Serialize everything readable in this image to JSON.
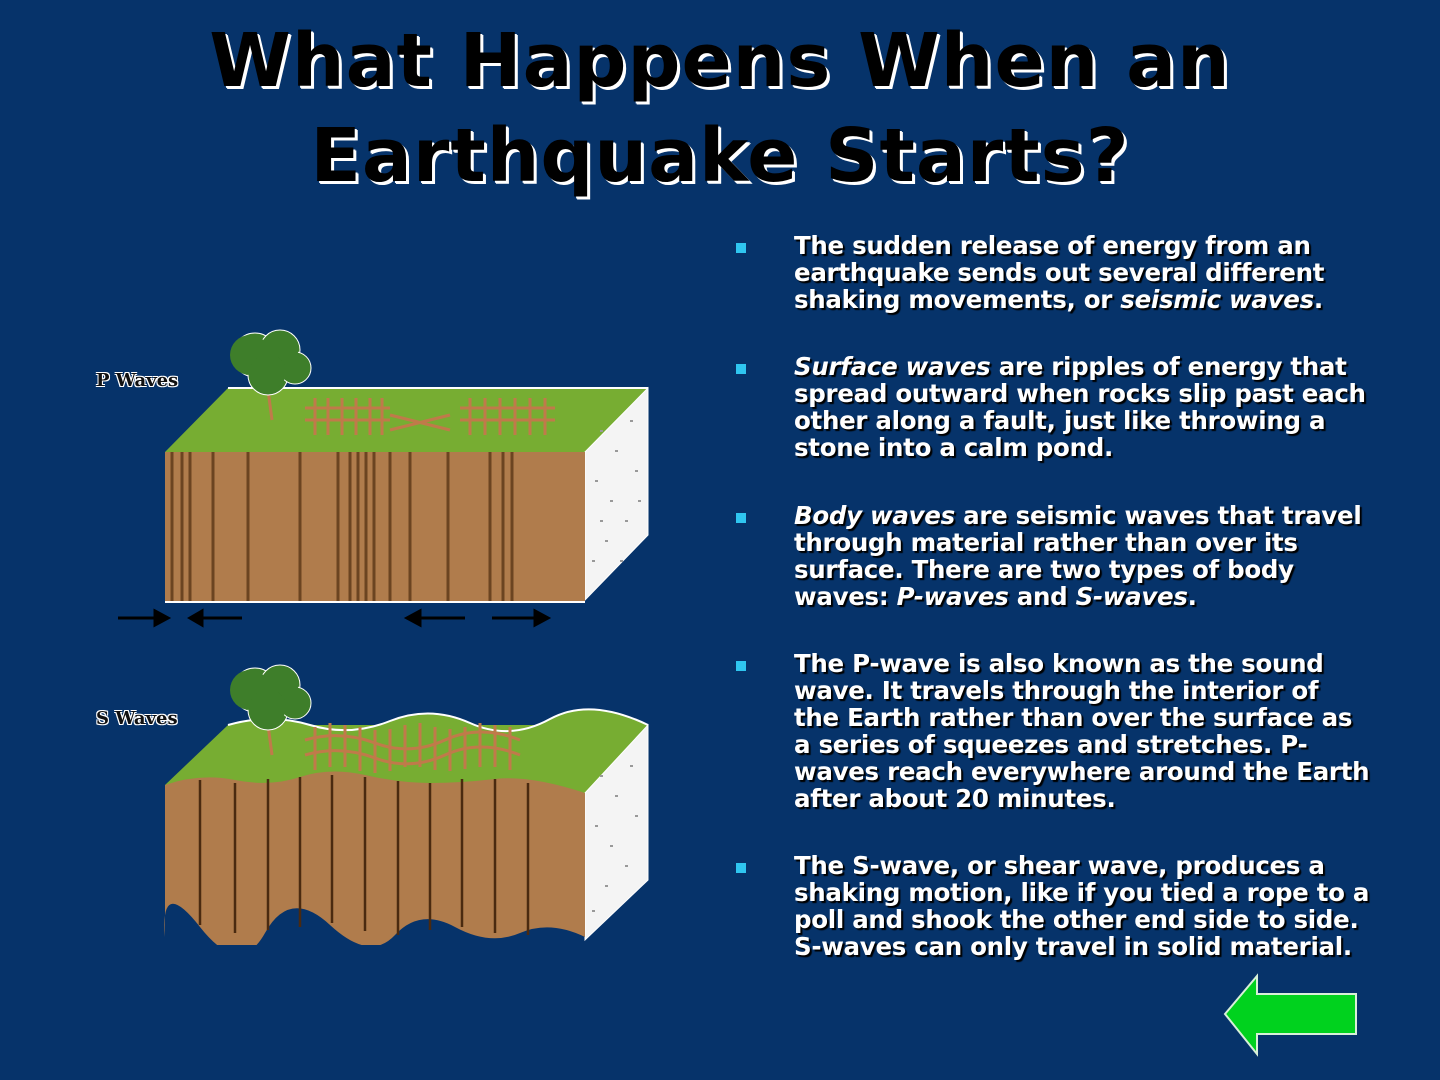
{
  "slide": {
    "title_line1": "What Happens When an",
    "title_line2": "Earthquake Starts?",
    "bullets": [
      {
        "parts": [
          {
            "t": "The sudden release of energy from an earthquake sends out several different shaking movements, or "
          },
          {
            "t": "seismic waves",
            "i": true
          },
          {
            "t": "."
          }
        ]
      },
      {
        "parts": [
          {
            "t": "Surface waves",
            "i": true
          },
          {
            "t": " are ripples of energy that spread outward when rocks slip past each other along a fault, just like throwing a stone into a calm pond."
          }
        ]
      },
      {
        "parts": [
          {
            "t": "Body waves",
            "i": true
          },
          {
            "t": " are seismic waves that travel through material rather than over its surface. There are two types of body waves: "
          },
          {
            "t": "P-waves",
            "i": true
          },
          {
            "t": " and "
          },
          {
            "t": "S-waves",
            "i": true
          },
          {
            "t": "."
          }
        ]
      },
      {
        "parts": [
          {
            "t": "The P-wave is also known as the sound wave. It travels through the interior of the Earth rather than over the surface as a series of squeezes and stretches. P-waves reach everywhere around the Earth after about 20 minutes."
          }
        ]
      },
      {
        "parts": [
          {
            "t": "The S-wave, or shear wave, produces a shaking motion, like if you tied a rope to a poll and shook the other end side to side. S-waves can only travel in solid material."
          }
        ]
      }
    ],
    "diagram_labels": {
      "p_waves": "P Waves",
      "s_waves": "S Waves"
    },
    "colors": {
      "background": "#06336a",
      "bullet": "#2fc6f0",
      "grass": "#77ad32",
      "soil": "#b07c4c",
      "tree": "#3e7e2a",
      "nav_arrow": "#00d21e"
    }
  }
}
